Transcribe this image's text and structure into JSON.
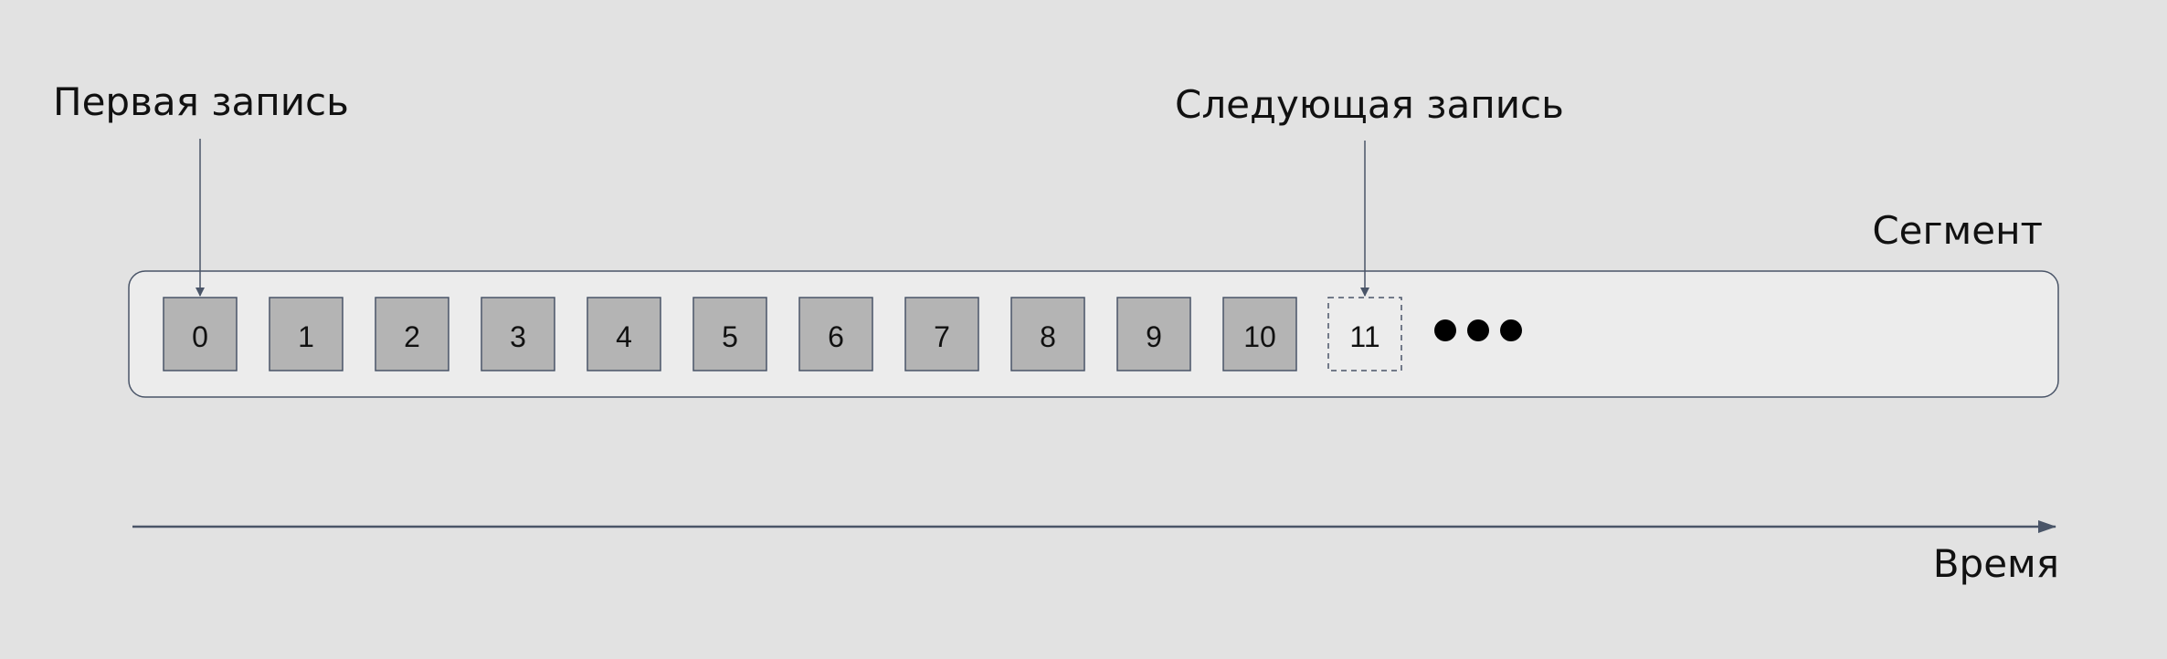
{
  "labels": {
    "first_record": "Первая запись",
    "next_record": "Следующая запись",
    "segment": "Сегмент",
    "time": "Время"
  },
  "records": [
    "0",
    "1",
    "2",
    "3",
    "4",
    "5",
    "6",
    "7",
    "8",
    "9",
    "10"
  ],
  "next_record_cell": "11",
  "colors": {
    "background": "#e2e2e2",
    "segment_fill": "#ececec",
    "record_fill": "#b4b4b4",
    "stroke": "#4a5568",
    "dots": "#000000"
  }
}
